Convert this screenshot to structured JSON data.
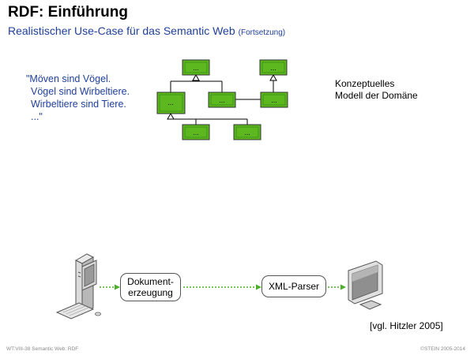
{
  "slide": {
    "title": "RDF: Einführung",
    "subtitle": "Realistischer Use-Case für das Semantic Web",
    "subtitle_note": "(Fortsetzung)"
  },
  "quote": {
    "lines": [
      "\"Möven sind Vögel.",
      "Vögel sind Wirbeltiere.",
      "Wirbeltiere sind Tiere.",
      "...\""
    ]
  },
  "concept_label": {
    "line1": "Konzeptuelles",
    "line2": "Modell der Domäne"
  },
  "model_nodes": {
    "n1": "...",
    "n2": "...",
    "n3": "...",
    "n4": "...",
    "n5": "...",
    "n6": "...",
    "n7": "..."
  },
  "pipeline": {
    "dokument_line1": "Dokument-",
    "dokument_line2": "erzeugung",
    "xml_parser": "XML-Parser"
  },
  "reference": "[vgl. Hitzler 2005]",
  "footer": {
    "left": "WT:VIII-38    Semantic Web: RDF",
    "right": "©STEIN 2005-2014"
  },
  "colors": {
    "node_fill": "#5cb81e",
    "accent_text": "#1f3f9a",
    "dotted_arrow": "#4caf2a"
  }
}
